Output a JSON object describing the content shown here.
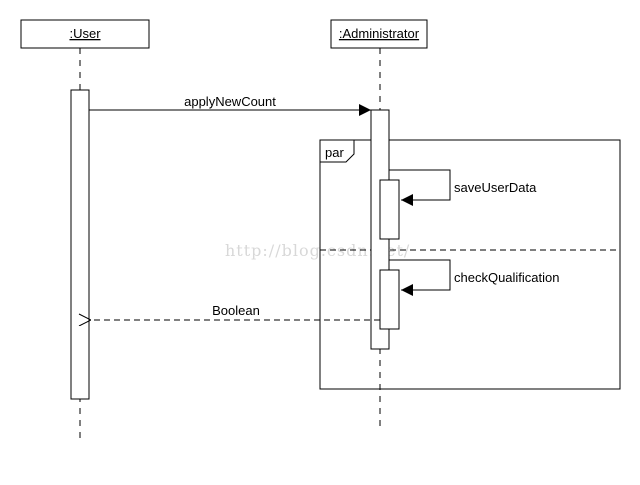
{
  "diagram": {
    "lifelines": {
      "user": {
        "label": ":User"
      },
      "admin": {
        "label": ":Administrator"
      }
    },
    "fragment": {
      "operator": "par"
    },
    "messages": {
      "apply": {
        "label": "applyNewCount"
      },
      "save": {
        "label": "saveUserData"
      },
      "check": {
        "label": "checkQualification"
      },
      "reply": {
        "label": "Boolean"
      }
    },
    "watermark": {
      "text": "http://blog.csdn.net/"
    },
    "colors": {
      "line": "#000000",
      "background": "#ffffff",
      "watermark": "#d8d8d8"
    }
  }
}
